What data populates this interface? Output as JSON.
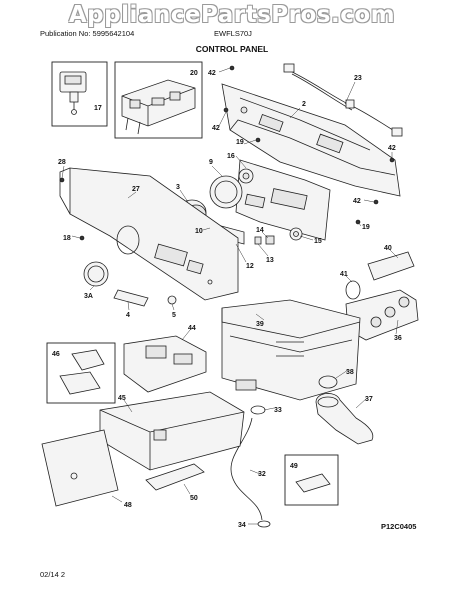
{
  "header": {
    "watermark": "AppliancePartsPros.com",
    "publication": "Publication No: 5995642104",
    "model": "EWFLS70J",
    "title": "CONTROL PANEL"
  },
  "footer": {
    "reference_code": "P12C0405",
    "date": "02/14 2"
  },
  "callouts": [
    "42",
    "23",
    "20",
    "17",
    "2",
    "42",
    "19",
    "16",
    "42",
    "28",
    "9",
    "27",
    "3",
    "42",
    "19",
    "18",
    "10",
    "14",
    "15",
    "13",
    "12",
    "40",
    "41",
    "3A",
    "4",
    "5",
    "39",
    "36",
    "44",
    "46",
    "38",
    "45",
    "37",
    "33",
    "32",
    "49",
    "48",
    "50",
    "34"
  ]
}
